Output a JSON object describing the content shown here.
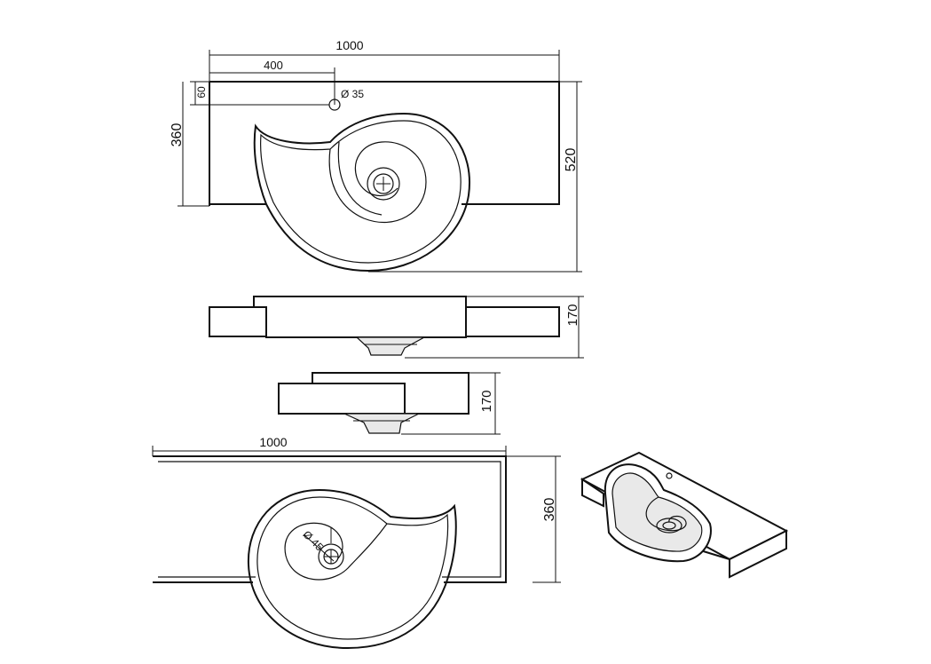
{
  "top_view": {
    "width_label": "1000",
    "tap_offset_label": "400",
    "tap_edge_label": "60",
    "tap_hole_label": "Ø 35",
    "depth_label": "360",
    "overall_depth_label": "520"
  },
  "front_view": {
    "height_label": "170"
  },
  "side_view": {
    "height_label": "170"
  },
  "bottom_view": {
    "width_label": "1000",
    "depth_label": "360",
    "drain_label": "Ø 45"
  }
}
